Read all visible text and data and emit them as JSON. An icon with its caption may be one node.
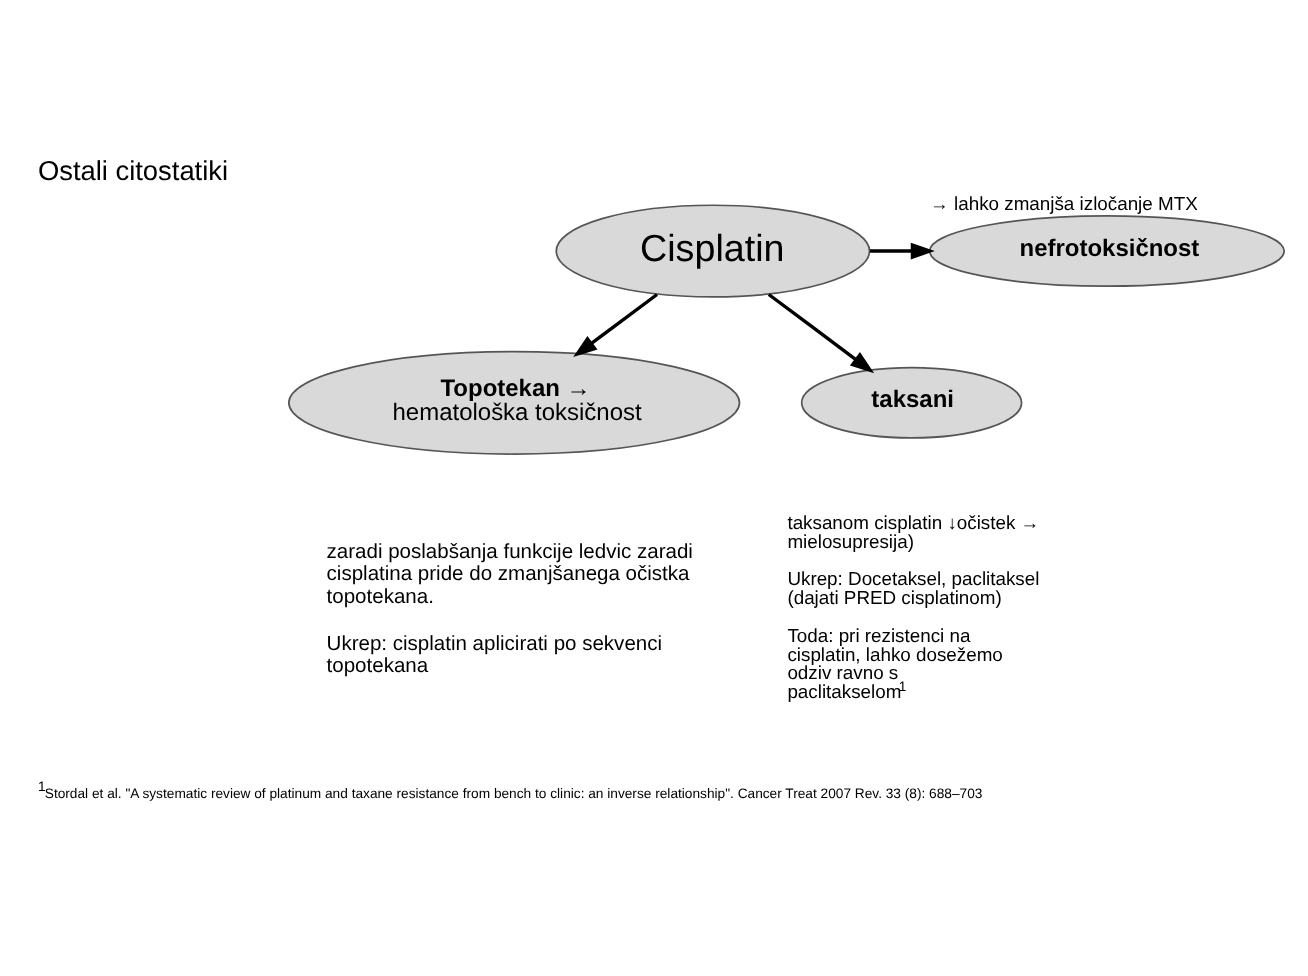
{
  "diagram": {
    "title": "Ostali citostatiki",
    "nodes": [
      {
        "text": [
          "Cisplatin"
        ]
      },
      {
        "text": [
          "nefrotoksičnost"
        ],
        "beside": [
          "→ lahko zmanjša izločanje MTX"
        ]
      },
      {
        "text": [
          "Topotekan →",
          "hematološka toksičnost"
        ]
      },
      {
        "text": [
          "taksani"
        ],
        "beside": [
          "taksanom cisplatin ↓očistek → mielosupresija)",
          "Ukrep: Docetaksel, paclitaksel (dajati PRED cisplatinom)",
          "Toda: pri rezistenci na cisplatin, lahko dosežemo odziv ravno s paclitakselom$^{1}$"
        ]
      }
    ],
    "edges": [
      {
        "from": 0,
        "to": 1,
        "arrow": "to"
      },
      {
        "from": 0,
        "to": 2,
        "arrow": "to"
      },
      {
        "from": 0,
        "to": 3,
        "arrow": "to"
      }
    ],
    "labels": [
      "zaradi poslabšanja funkcije ledvic zaradi cisplatina pride do zmanjšanega očistka topotekana.",
      "Ukrep: cisplatin aplicirati po sekvenci topotekana",
      "$^{1}$Stordal et al. \"A systematic review of platinum and taxane resistance from bench to clinic: an inverse relationship\". Cancer Treat 2007 Rev. 33 (8): 688–703"
    ]
  }
}
